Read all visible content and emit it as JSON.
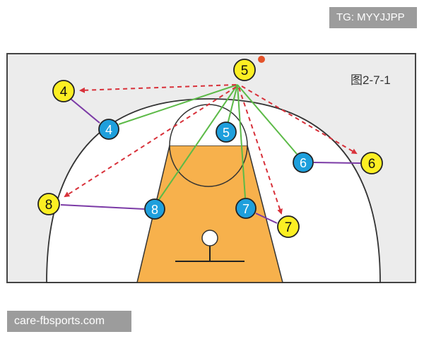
{
  "figure_label": "图2-7-1",
  "watermarks": {
    "top_right": "TG: MYYJJPP",
    "bottom_left": "care-fbsports.com"
  },
  "colors": {
    "court_bg": "#ececec",
    "paint": "#f7b14c",
    "offense": "#fcef23",
    "defense": "#1e9fdc",
    "pass_line": "#5cba47",
    "guard_line": "#7b3aa6",
    "cut_arrow": "#d8313a",
    "ball": "#e4532a"
  },
  "players": {
    "offense": [
      "5",
      "4",
      "6",
      "8",
      "7"
    ],
    "defense": [
      "4",
      "5",
      "6",
      "8",
      "7"
    ]
  }
}
